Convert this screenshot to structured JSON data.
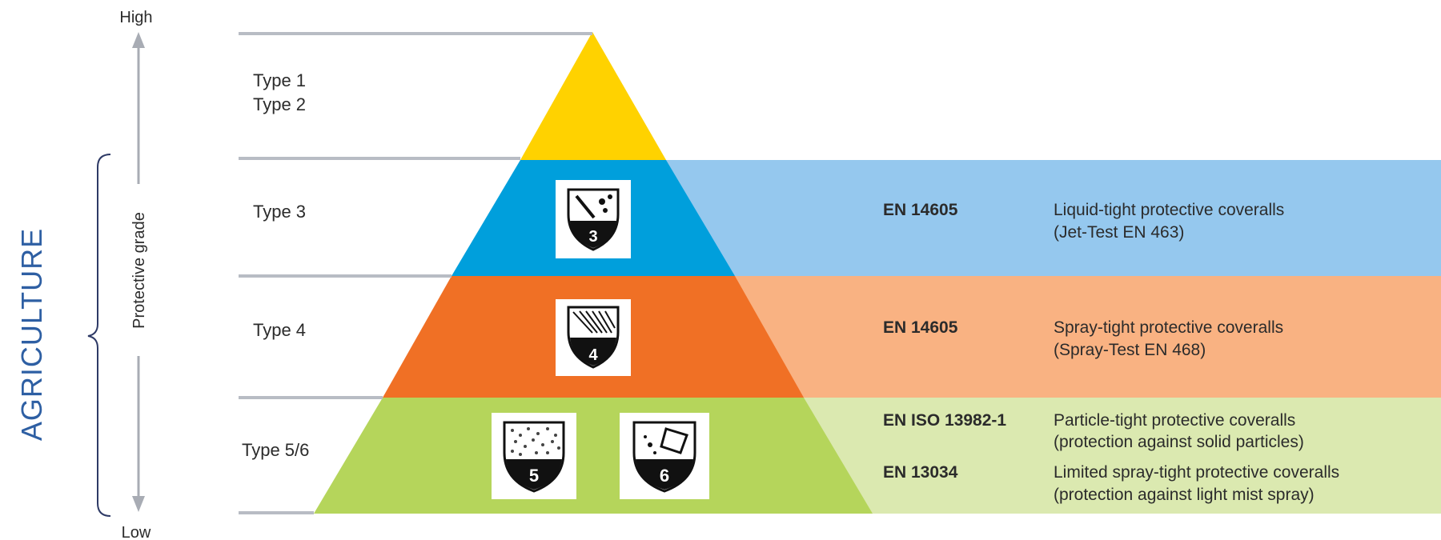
{
  "side_label": "AGRICULTURE",
  "axis": {
    "top": "High",
    "bottom": "Low",
    "label": "Protective grade"
  },
  "tiers": [
    {
      "type_lines": [
        "Type 1",
        "Type 2"
      ],
      "color": "#ffd200"
    },
    {
      "type_lines": [
        "Type 3"
      ],
      "color": "#009fdc",
      "band_color": "#95c8ee",
      "standards": [
        {
          "code": "EN 14605",
          "desc": [
            "Liquid-tight protective coveralls",
            "(Jet-Test EN 463)"
          ]
        }
      ],
      "icons": [
        {
          "name": "liquid-jet-icon",
          "number": "3"
        }
      ]
    },
    {
      "type_lines": [
        "Type 4"
      ],
      "color": "#f07025",
      "band_color": "#f9b282",
      "standards": [
        {
          "code": "EN 14605",
          "desc": [
            "Spray-tight protective coveralls",
            "(Spray-Test EN 468)"
          ]
        }
      ],
      "icons": [
        {
          "name": "spray-icon",
          "number": "4"
        }
      ]
    },
    {
      "type_lines": [
        "Type 5/6"
      ],
      "color": "#b5d55b",
      "band_color": "#dbe9b0",
      "standards": [
        {
          "code": "EN ISO 13982-1",
          "desc": [
            "Particle-tight protective coveralls",
            "(protection against solid particles)"
          ]
        },
        {
          "code": "EN 13034",
          "desc": [
            "Limited spray-tight protective coveralls",
            "(protection against light mist spray)"
          ]
        }
      ],
      "icons": [
        {
          "name": "particle-icon",
          "number": "5"
        },
        {
          "name": "light-splash-icon",
          "number": "6"
        }
      ]
    }
  ],
  "colors": {
    "side_label": "#2e5fa3",
    "lines": "#b8bcc4",
    "axis": "#a8acb4",
    "text": "#2b2b2b"
  }
}
